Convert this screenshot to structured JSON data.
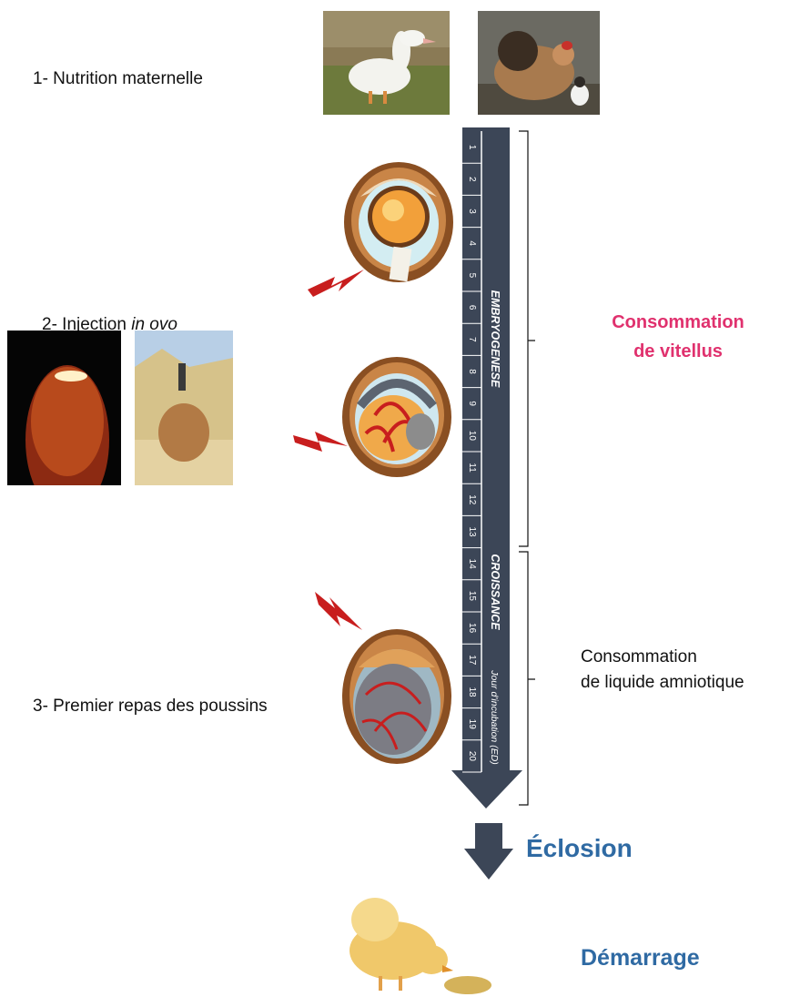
{
  "steps": {
    "step1": "1- Nutrition maternelle",
    "step2_prefix": "2- Injection ",
    "step2_italic": "in ovo",
    "step3": "3- Premier repas des poussins"
  },
  "timeline": {
    "days": [
      "1",
      "2",
      "3",
      "4",
      "5",
      "6",
      "7",
      "8",
      "9",
      "10",
      "11",
      "12",
      "13",
      "14",
      "15",
      "16",
      "17",
      "18",
      "19",
      "20"
    ],
    "phase1": "EMBRYOGENESE",
    "phase2": "CROISSANCE",
    "axis_label": "Jour d'incubation (ED)"
  },
  "consumption": {
    "vitellus_line1": "Consommation",
    "vitellus_line2": "de vitellus",
    "amnio_line1": "Consommation",
    "amnio_line2": "de liquide amniotique"
  },
  "outcomes": {
    "hatch": "Éclosion",
    "start": "Démarrage"
  },
  "colors": {
    "arrow": "#3c4657",
    "pink": "#e0316e",
    "blue": "#2f6aa3",
    "bolt": "#c81e1e"
  }
}
